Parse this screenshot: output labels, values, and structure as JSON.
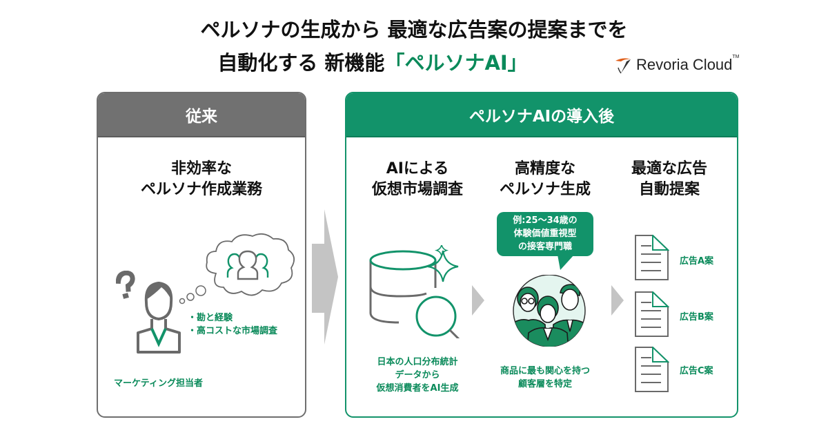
{
  "header": {
    "title_line1": "ペルソナの生成から 最適な広告案の提案までを",
    "title_line2_prefix": "自動化する 新機能",
    "title_line2_highlight": "「ペルソナAI」",
    "logo_text": "Revoria Cloud",
    "logo_tm": "TM"
  },
  "colors": {
    "accent_green": "#12936a",
    "text_green": "#0a8a5a",
    "gray_header": "#717171",
    "arrow_gray": "#c4c4c4"
  },
  "before_panel": {
    "header": "従来",
    "title_line1": "非効率な",
    "title_line2": "ペルソナ作成業務",
    "bullets": [
      "・勘と経験",
      "・高コストな市場調査"
    ],
    "person_label": "マーケティング担当者",
    "icons": [
      "question-mark-icon",
      "person-icon",
      "thought-cloud-icon",
      "group-icon"
    ]
  },
  "after_panel": {
    "header": "ペルソナAIの導入後",
    "steps": [
      {
        "title_line1": "AIによる",
        "title_line2": "仮想市場調査",
        "desc": [
          "日本の人口分布統計",
          "データから",
          "仮想消費者をAI生成"
        ],
        "icon": "database-search-icon"
      },
      {
        "title_line1": "高精度な",
        "title_line2": "ペルソナ生成",
        "bubble": [
          "例:25～34歳の",
          "体験価値重視型",
          "の接客専門職"
        ],
        "desc": [
          "商品に最も関心を持つ",
          "顧客層を特定"
        ],
        "icon": "persona-group-icon"
      },
      {
        "title_line1": "最適な広告",
        "title_line2": "自動提案",
        "ads": [
          "広告A案",
          "広告B案",
          "広告C案"
        ],
        "icon": "document-icon"
      }
    ]
  }
}
